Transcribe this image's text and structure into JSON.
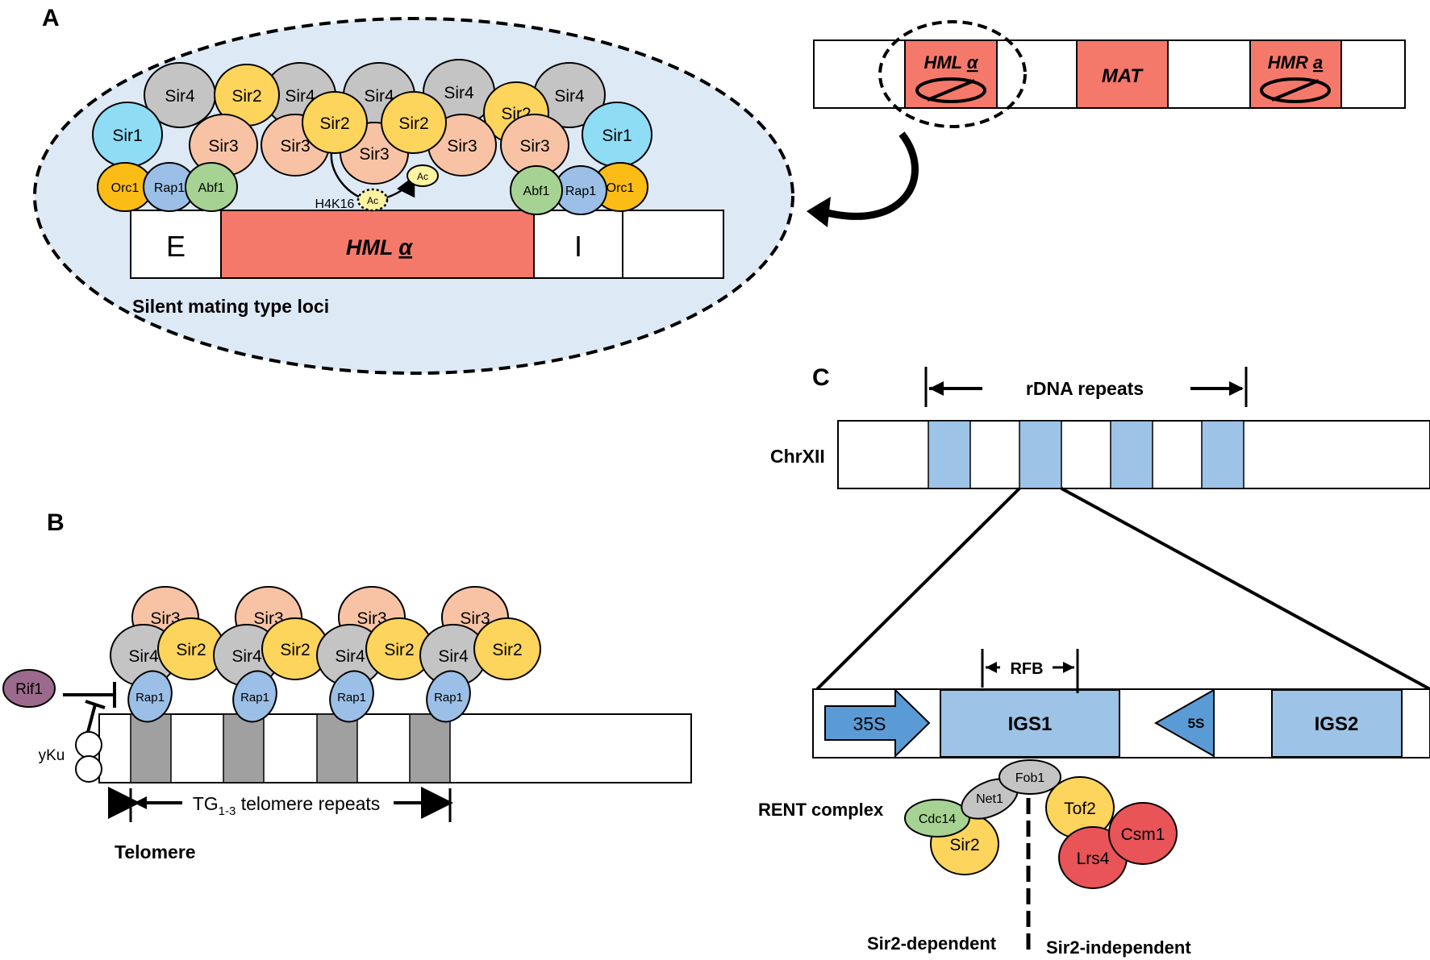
{
  "panels": {
    "a": {
      "letter": "A"
    },
    "b": {
      "letter": "B"
    },
    "c": {
      "letter": "C"
    }
  },
  "panelA": {
    "caption": "Silent mating type loci",
    "chromosome": {
      "hml": "HML",
      "mat": "MAT",
      "hmr": "HMR",
      "alpha": "α",
      "a": "a"
    },
    "locus": {
      "e": "E",
      "hml": "HML",
      "alpha": "α",
      "i": "I"
    },
    "proteins": {
      "sir1": "Sir1",
      "sir2": "Sir2",
      "sir3": "Sir3",
      "sir4": "Sir4",
      "orc1": "Orc1",
      "rap1": "Rap1",
      "abf1": "Abf1",
      "ac": "Ac",
      "h4k16": "H4K16"
    }
  },
  "panelB": {
    "caption": "Telomere",
    "repeats_label": "TG",
    "repeats_sub": "1-3",
    "repeats_rest": " telomere repeats",
    "proteins": {
      "sir2": "Sir2",
      "sir3": "Sir3",
      "sir4": "Sir4",
      "rap1": "Rap1",
      "rif1": "Rif1",
      "yku": "yKu"
    }
  },
  "panelC": {
    "rdna_label": "rDNA repeats",
    "chr_label": "ChrXII",
    "rfb": "RFB",
    "s35": "35S",
    "igs1": "IGS1",
    "s5": "5S",
    "igs2": "IGS2",
    "rent": "RENT complex",
    "proteins": {
      "fob1": "Fob1",
      "net1": "Net1",
      "cdc14": "Cdc14",
      "sir2": "Sir2",
      "tof2": "Tof2",
      "csm1": "Csm1",
      "lrs4": "Lrs4"
    },
    "sir2_dependent": "Sir2-dependent",
    "sir2_independent": "Sir2-independent"
  },
  "colors": {
    "ellipse_bg": "#dde9f5",
    "locus_red": "#f4796b",
    "sir1": "#8fdcf5",
    "sir2": "#fdd45c",
    "sir3": "#f7c3a4",
    "sir4": "#c4c4c4",
    "orc1": "#fbbd15",
    "rap1": "#9bbfe6",
    "abf1": "#a6d393",
    "rif1": "#9c6a8d",
    "rdna_blue": "#9dc3e6",
    "arrow_blue": "#5b9bd5",
    "cdc14": "#a6d393",
    "csm1": "#e85457",
    "repeat_gray": "#a0a0a0"
  }
}
